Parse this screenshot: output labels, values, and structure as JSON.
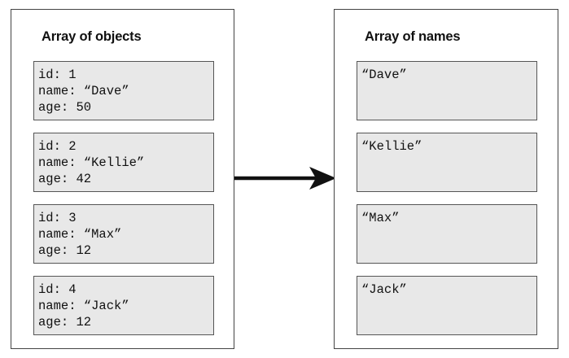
{
  "left_panel": {
    "title": "Array of objects",
    "items": [
      {
        "id_line": "id: 1",
        "name_line": "name: “Dave”",
        "age_line": "age: 50"
      },
      {
        "id_line": "id: 2",
        "name_line": "name: “Kellie”",
        "age_line": "age: 42"
      },
      {
        "id_line": "id: 3",
        "name_line": "name: “Max”",
        "age_line": "age: 12"
      },
      {
        "id_line": "id: 4",
        "name_line": "name: “Jack”",
        "age_line": "age: 12"
      }
    ]
  },
  "right_panel": {
    "title": "Array of names",
    "items": [
      {
        "name": "“Dave”"
      },
      {
        "name": "“Kellie”"
      },
      {
        "name": "“Max”"
      },
      {
        "name": "“Jack”"
      }
    ]
  },
  "colors": {
    "card_fill": "#e8e8e8",
    "border": "#444444",
    "arrow": "#111111"
  }
}
